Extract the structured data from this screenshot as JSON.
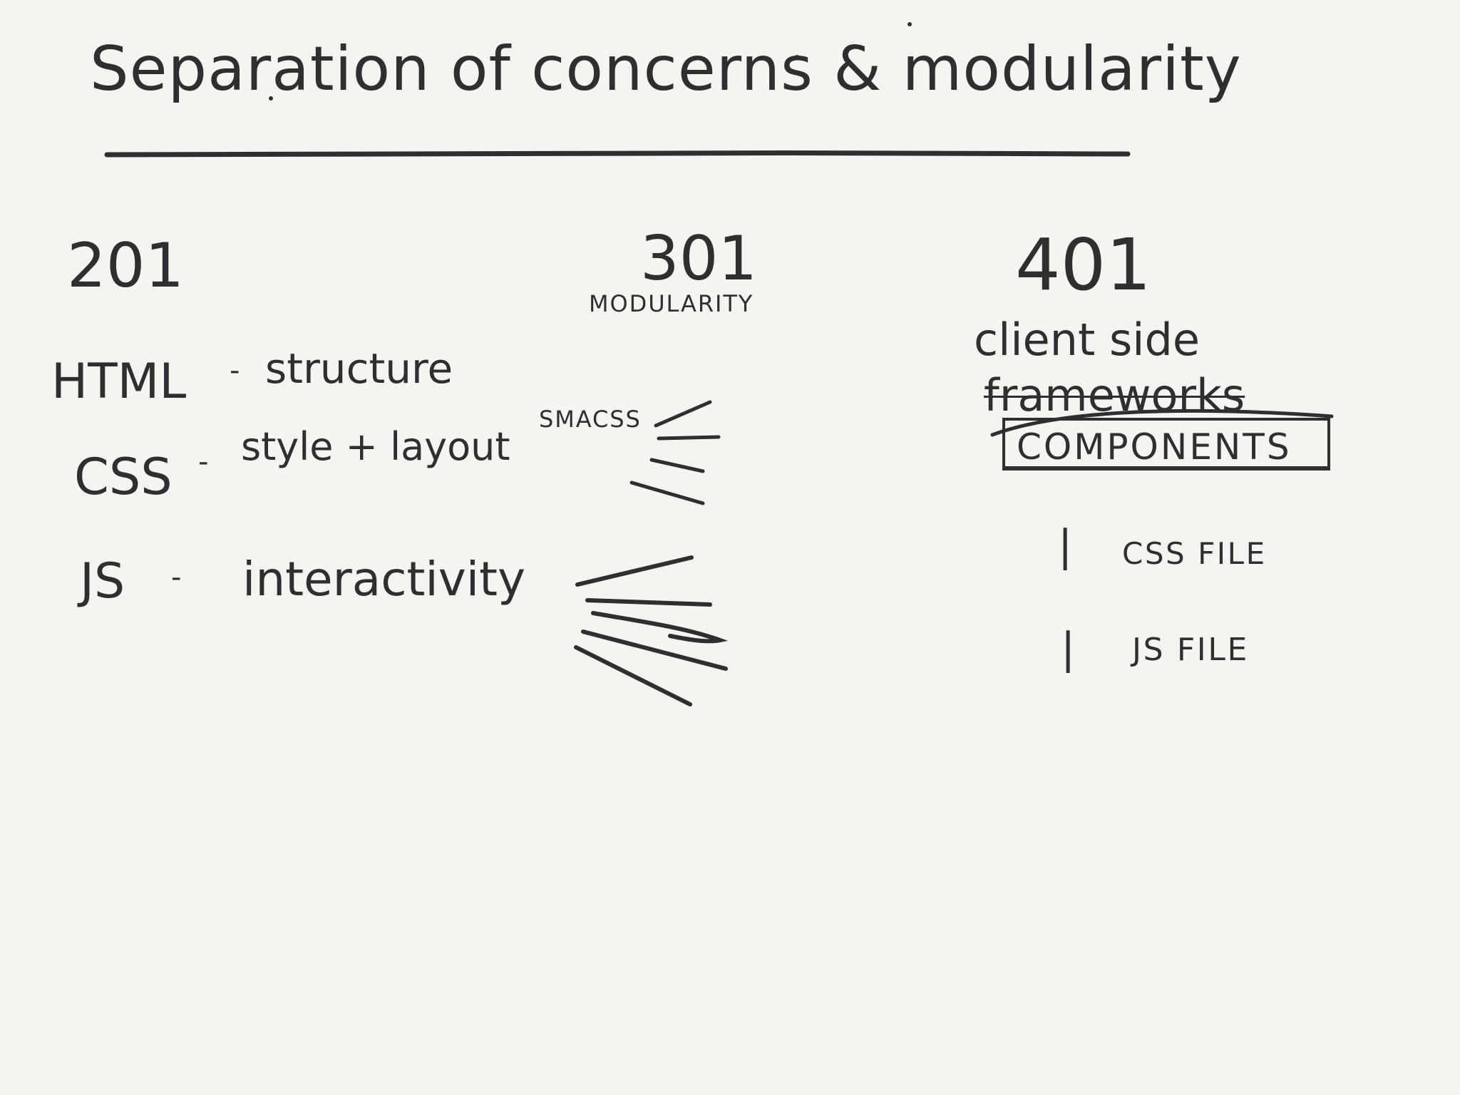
{
  "title": "Separation of concerns & modularity",
  "columns": {
    "c201": {
      "heading": "201"
    },
    "c301": {
      "heading": "301",
      "subheading": "MODULARITY",
      "smacss": "SMACSS"
    },
    "c401": {
      "heading": "401",
      "line1": "client side",
      "line2": "frameworks",
      "components": "COMPONENTS",
      "css_file_bar": "|",
      "css_file": "CSS FILE",
      "js_file_bar": "|",
      "js_file": "JS FILE"
    }
  },
  "rows": [
    {
      "term": "HTML",
      "dash": "-",
      "desc": "structure"
    },
    {
      "term": "CSS",
      "dash": "-",
      "desc": "style + layout"
    },
    {
      "term": "JS",
      "dash": "-",
      "desc": "interactivity"
    }
  ],
  "colors": {
    "background": "#f5f4f0",
    "ink": "#2f2f2f"
  }
}
